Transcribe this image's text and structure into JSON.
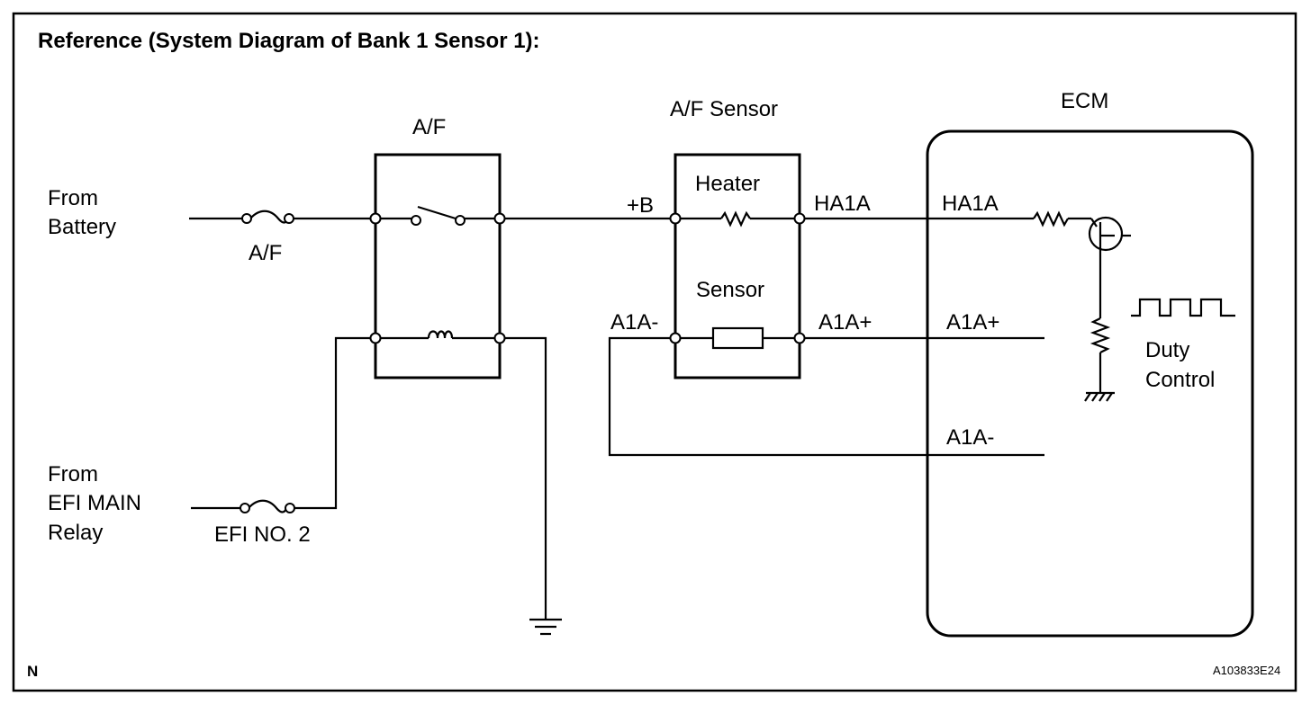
{
  "title": "Reference (System Diagram of Bank 1 Sensor 1):",
  "corner_mark": "N",
  "figure_id": "A103833E24",
  "sources": {
    "battery_line1": "From",
    "battery_line2": "Battery",
    "efi_line1": "From",
    "efi_line2": "EFI MAIN",
    "efi_line3": "Relay"
  },
  "fuses": {
    "af": "A/F",
    "efi": "EFI NO. 2"
  },
  "relay": {
    "label": "A/F"
  },
  "af_sensor": {
    "title": "A/F Sensor",
    "heater": "Heater",
    "sensor": "Sensor",
    "pin_plus_b": "+B",
    "pin_ha1a": "HA1A",
    "pin_a1a_minus": "A1A-",
    "pin_a1a_plus": "A1A+"
  },
  "ecm": {
    "title": "ECM",
    "pin_ha1a": "HA1A",
    "pin_a1a_plus": "A1A+",
    "pin_a1a_minus": "A1A-",
    "duty_line1": "Duty",
    "duty_line2": "Control"
  }
}
